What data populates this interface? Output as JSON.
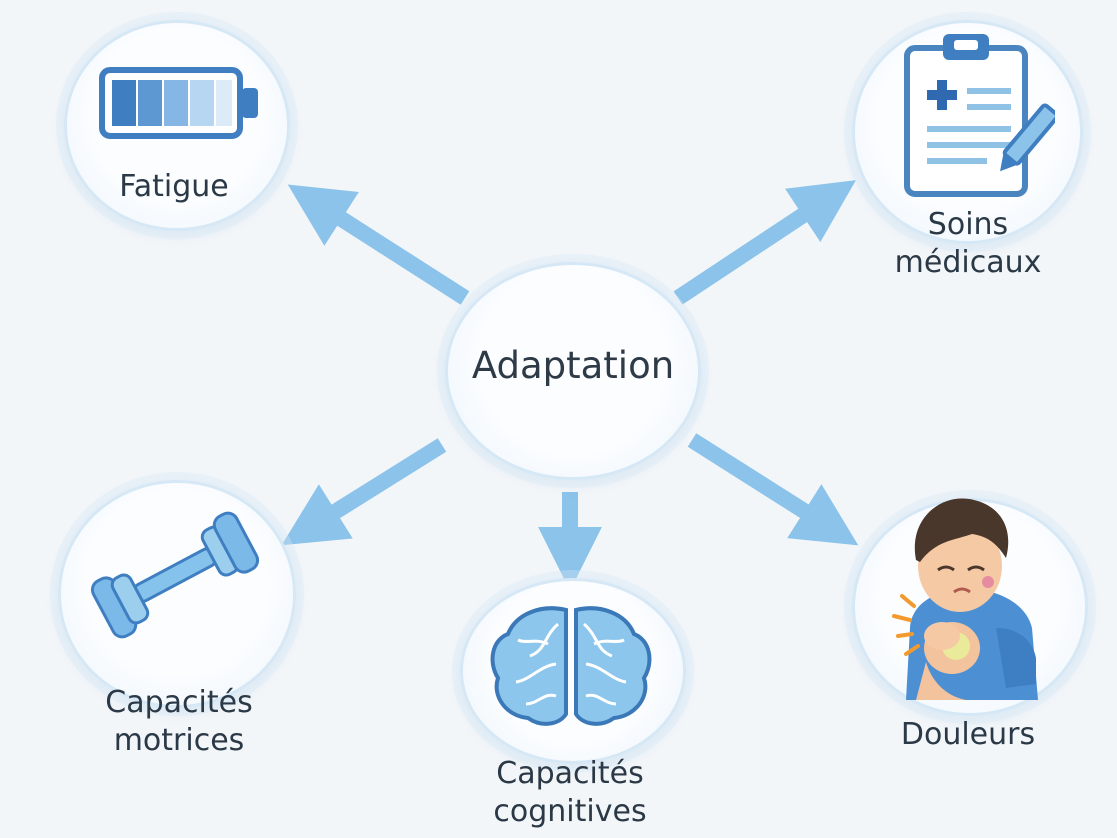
{
  "center": {
    "label": "Adaptation"
  },
  "nodes": {
    "fatigue": {
      "label": "Fatigue",
      "icon": "battery-icon"
    },
    "soins": {
      "line1": "Soins",
      "line2": "médicaux",
      "icon": "clipboard-icon"
    },
    "motrices": {
      "line1": "Capacités",
      "line2": "motrices",
      "icon": "dumbbell-icon"
    },
    "cognitives": {
      "line1": "Capacités",
      "line2": "cognitives",
      "icon": "brain-icon"
    },
    "douleurs": {
      "label": "Douleurs",
      "icon": "child-in-pain-icon"
    }
  },
  "colors": {
    "arrow": "#8cc3ea",
    "circle_border": "#d6e8f5",
    "text": "#2b3947",
    "icon_blue": "#3f7fc1",
    "icon_light": "#9ccbee"
  }
}
